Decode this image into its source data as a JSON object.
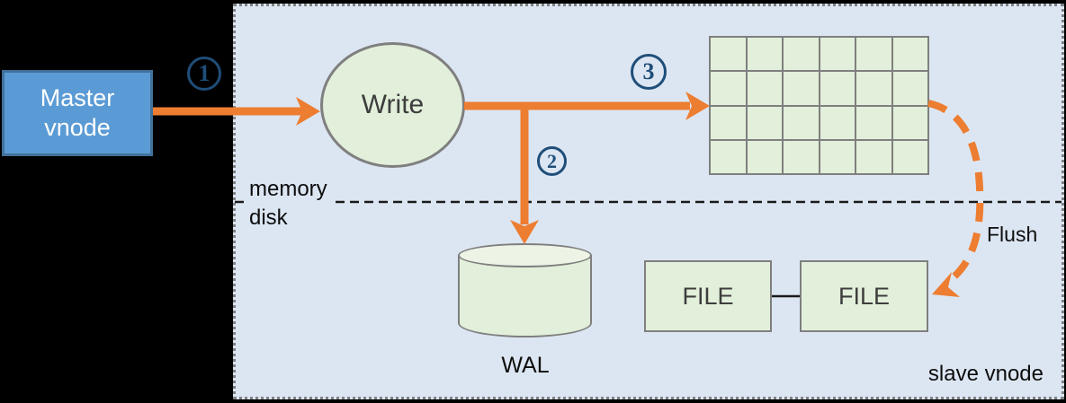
{
  "diagram": {
    "master": {
      "line1": "Master",
      "line2": "vnode"
    },
    "steps": [
      {
        "n": "1"
      },
      {
        "n": "2"
      },
      {
        "n": "3"
      }
    ],
    "write": {
      "label": "Write"
    },
    "memtable_grid": {
      "rows": 4,
      "cols": 6
    },
    "wal": {
      "label": "WAL"
    },
    "files": [
      {
        "label": "FILE"
      },
      {
        "label": "FILE"
      }
    ],
    "labels": {
      "memory": "memory",
      "disk": "disk",
      "flush": "Flush",
      "slave_vnode": "slave vnode"
    },
    "colors": {
      "accent_orange": "#ED7D31",
      "step_blue": "#1F4E79",
      "master_fill": "#5B9BD5",
      "master_border": "#41719C",
      "node_fill": "#E2EFDA",
      "node_border": "#7F7F7F",
      "container_fill": "#DCE6F2",
      "background": "#000000",
      "divider": "#1A1A1A"
    }
  }
}
